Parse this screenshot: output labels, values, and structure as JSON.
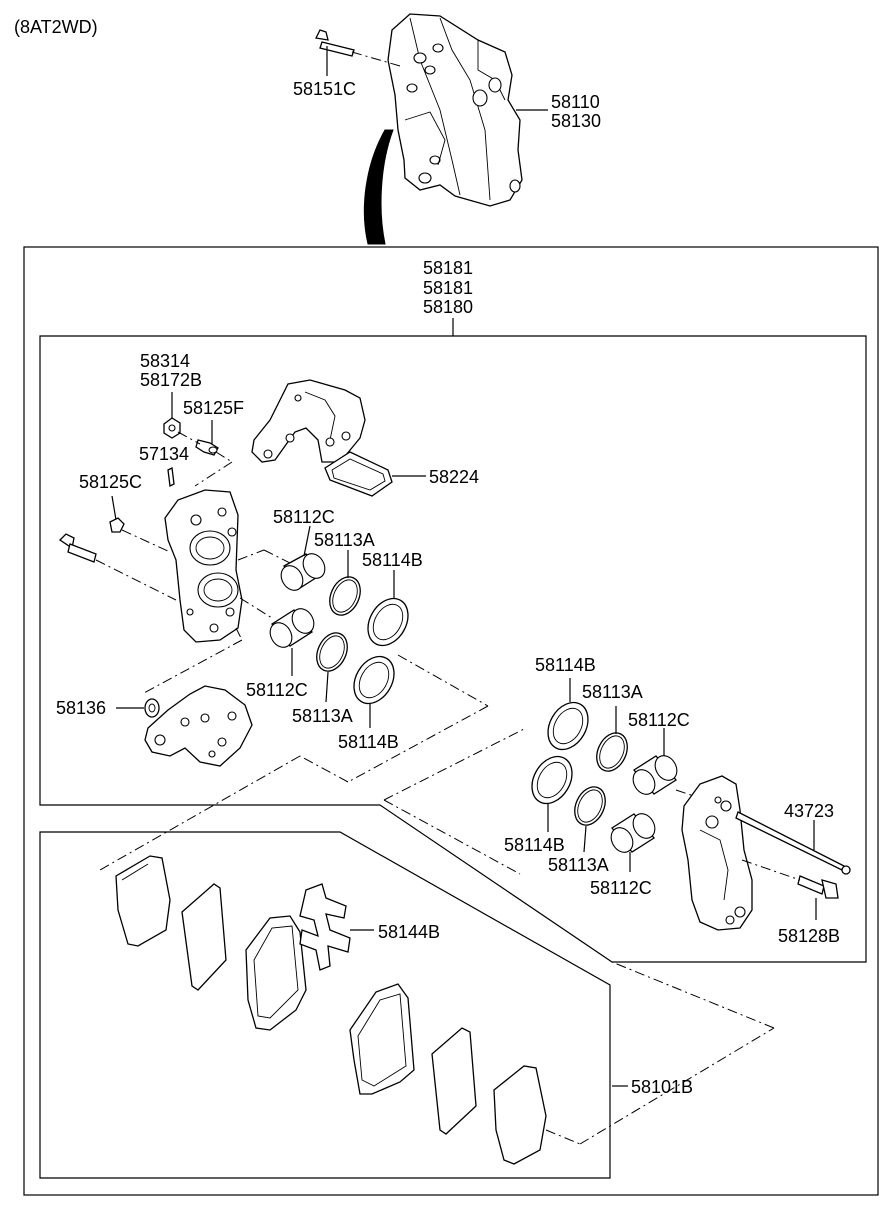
{
  "variant_label": "(8AT2WD)",
  "callouts": {
    "c58151C": "58151C",
    "c58110": "58110",
    "c58130": "58130",
    "c58181a": "58181",
    "c58181b": "58181",
    "c58180": "58180",
    "c58314": "58314",
    "c58172B": "58172B",
    "c58125F": "58125F",
    "c57134": "57134",
    "c58125C": "58125C",
    "c58224": "58224",
    "c58112C_a": "58112C",
    "c58113A_a": "58113A",
    "c58114B_a": "58114B",
    "c58112C_b": "58112C",
    "c58113A_b": "58113A",
    "c58114B_b": "58114B",
    "c58136": "58136",
    "c58114B_c": "58114B",
    "c58113A_c": "58113A",
    "c58112C_c": "58112C",
    "c43723": "43723",
    "c58114B_d": "58114B",
    "c58113A_d": "58113A",
    "c58112C_d": "58112C",
    "c58128B": "58128B",
    "c58144B": "58144B",
    "c58101B": "58101B"
  }
}
